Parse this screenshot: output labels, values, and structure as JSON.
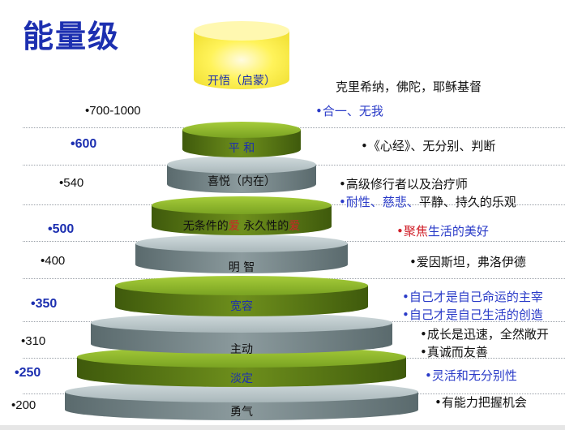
{
  "title": "能量级",
  "tiers": [
    {
      "label": "开悟（启蒙）",
      "style": "glow"
    },
    {
      "label": "平 和",
      "style": "green"
    },
    {
      "label": "喜悦（内在）",
      "style": "gray"
    },
    {
      "label_parts": [
        "无条件的",
        "爱",
        " 永久性的",
        "爱"
      ],
      "style": "green"
    },
    {
      "label": "明 智",
      "style": "gray"
    },
    {
      "label": "宽容",
      "style": "green"
    },
    {
      "label": "主动",
      "style": "gray"
    },
    {
      "label": "淡定",
      "style": "green"
    },
    {
      "label": "勇气",
      "style": "gray"
    }
  ],
  "levels": [
    {
      "value": "•700-1000",
      "emphasis": false
    },
    {
      "value": "•600",
      "emphasis": true
    },
    {
      "value": "•540",
      "emphasis": false
    },
    {
      "value": "•500",
      "emphasis": true
    },
    {
      "value": "•400",
      "emphasis": false
    },
    {
      "value": "•350",
      "emphasis": true
    },
    {
      "value": "•310",
      "emphasis": false
    },
    {
      "value": "•250",
      "emphasis": true
    },
    {
      "value": "•200",
      "emphasis": false
    }
  ],
  "notes": {
    "n700a": "克里希纳，佛陀，耶稣基督",
    "n700b": "•合一、无我",
    "n600": "•《心经》、无分别、判断",
    "n540a": "•高级修行者以及治疗师",
    "n540b_blue": "•耐性、慈悲、",
    "n540b_rest": "平静、持久的乐观",
    "n500_red": "•聚焦",
    "n500_blue": "生活的美好",
    "n400": "•爱因斯坦，弗洛伊德",
    "n350a": "•自己才是自己命运的主宰",
    "n350b": "•自己才是自己生活的创造",
    "n310a": "•成长是迅速，全然敞开",
    "n310b": "•真诚而友善",
    "n250": "•灵活和无分别性",
    "n200": "•有能力把握机会"
  },
  "colors": {
    "title": "#1c2fb0",
    "blue_text": "#2a3bc8",
    "red_text": "#d0202a",
    "green_top": "#8db82e",
    "green_side": "#4f6b12",
    "gray_top": "#b9c6c8",
    "gray_side": "#6f7f82",
    "glow_fill": "#fff35a"
  }
}
